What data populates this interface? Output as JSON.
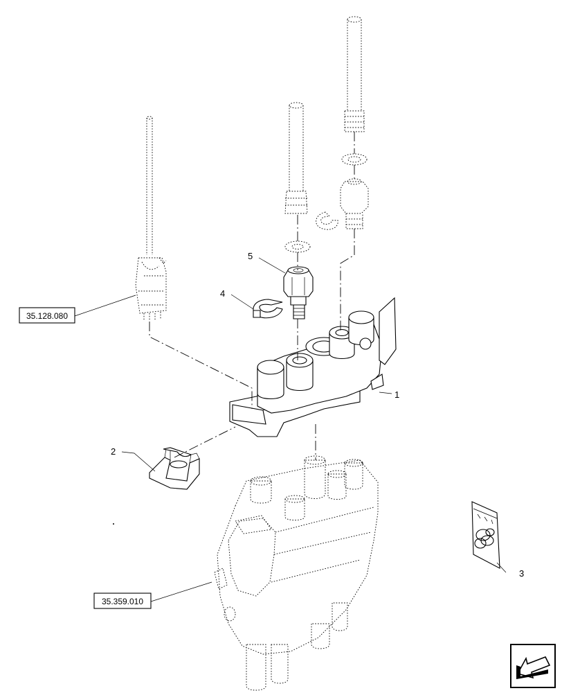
{
  "callouts": {
    "item1": "1",
    "item2": "2",
    "item3": "3",
    "item4": "4",
    "item5": "5"
  },
  "references": {
    "ref_connector": "35.128.080",
    "ref_valve": "35.359.010"
  },
  "icons": {
    "nav": "previous-page-arrow-icon"
  }
}
